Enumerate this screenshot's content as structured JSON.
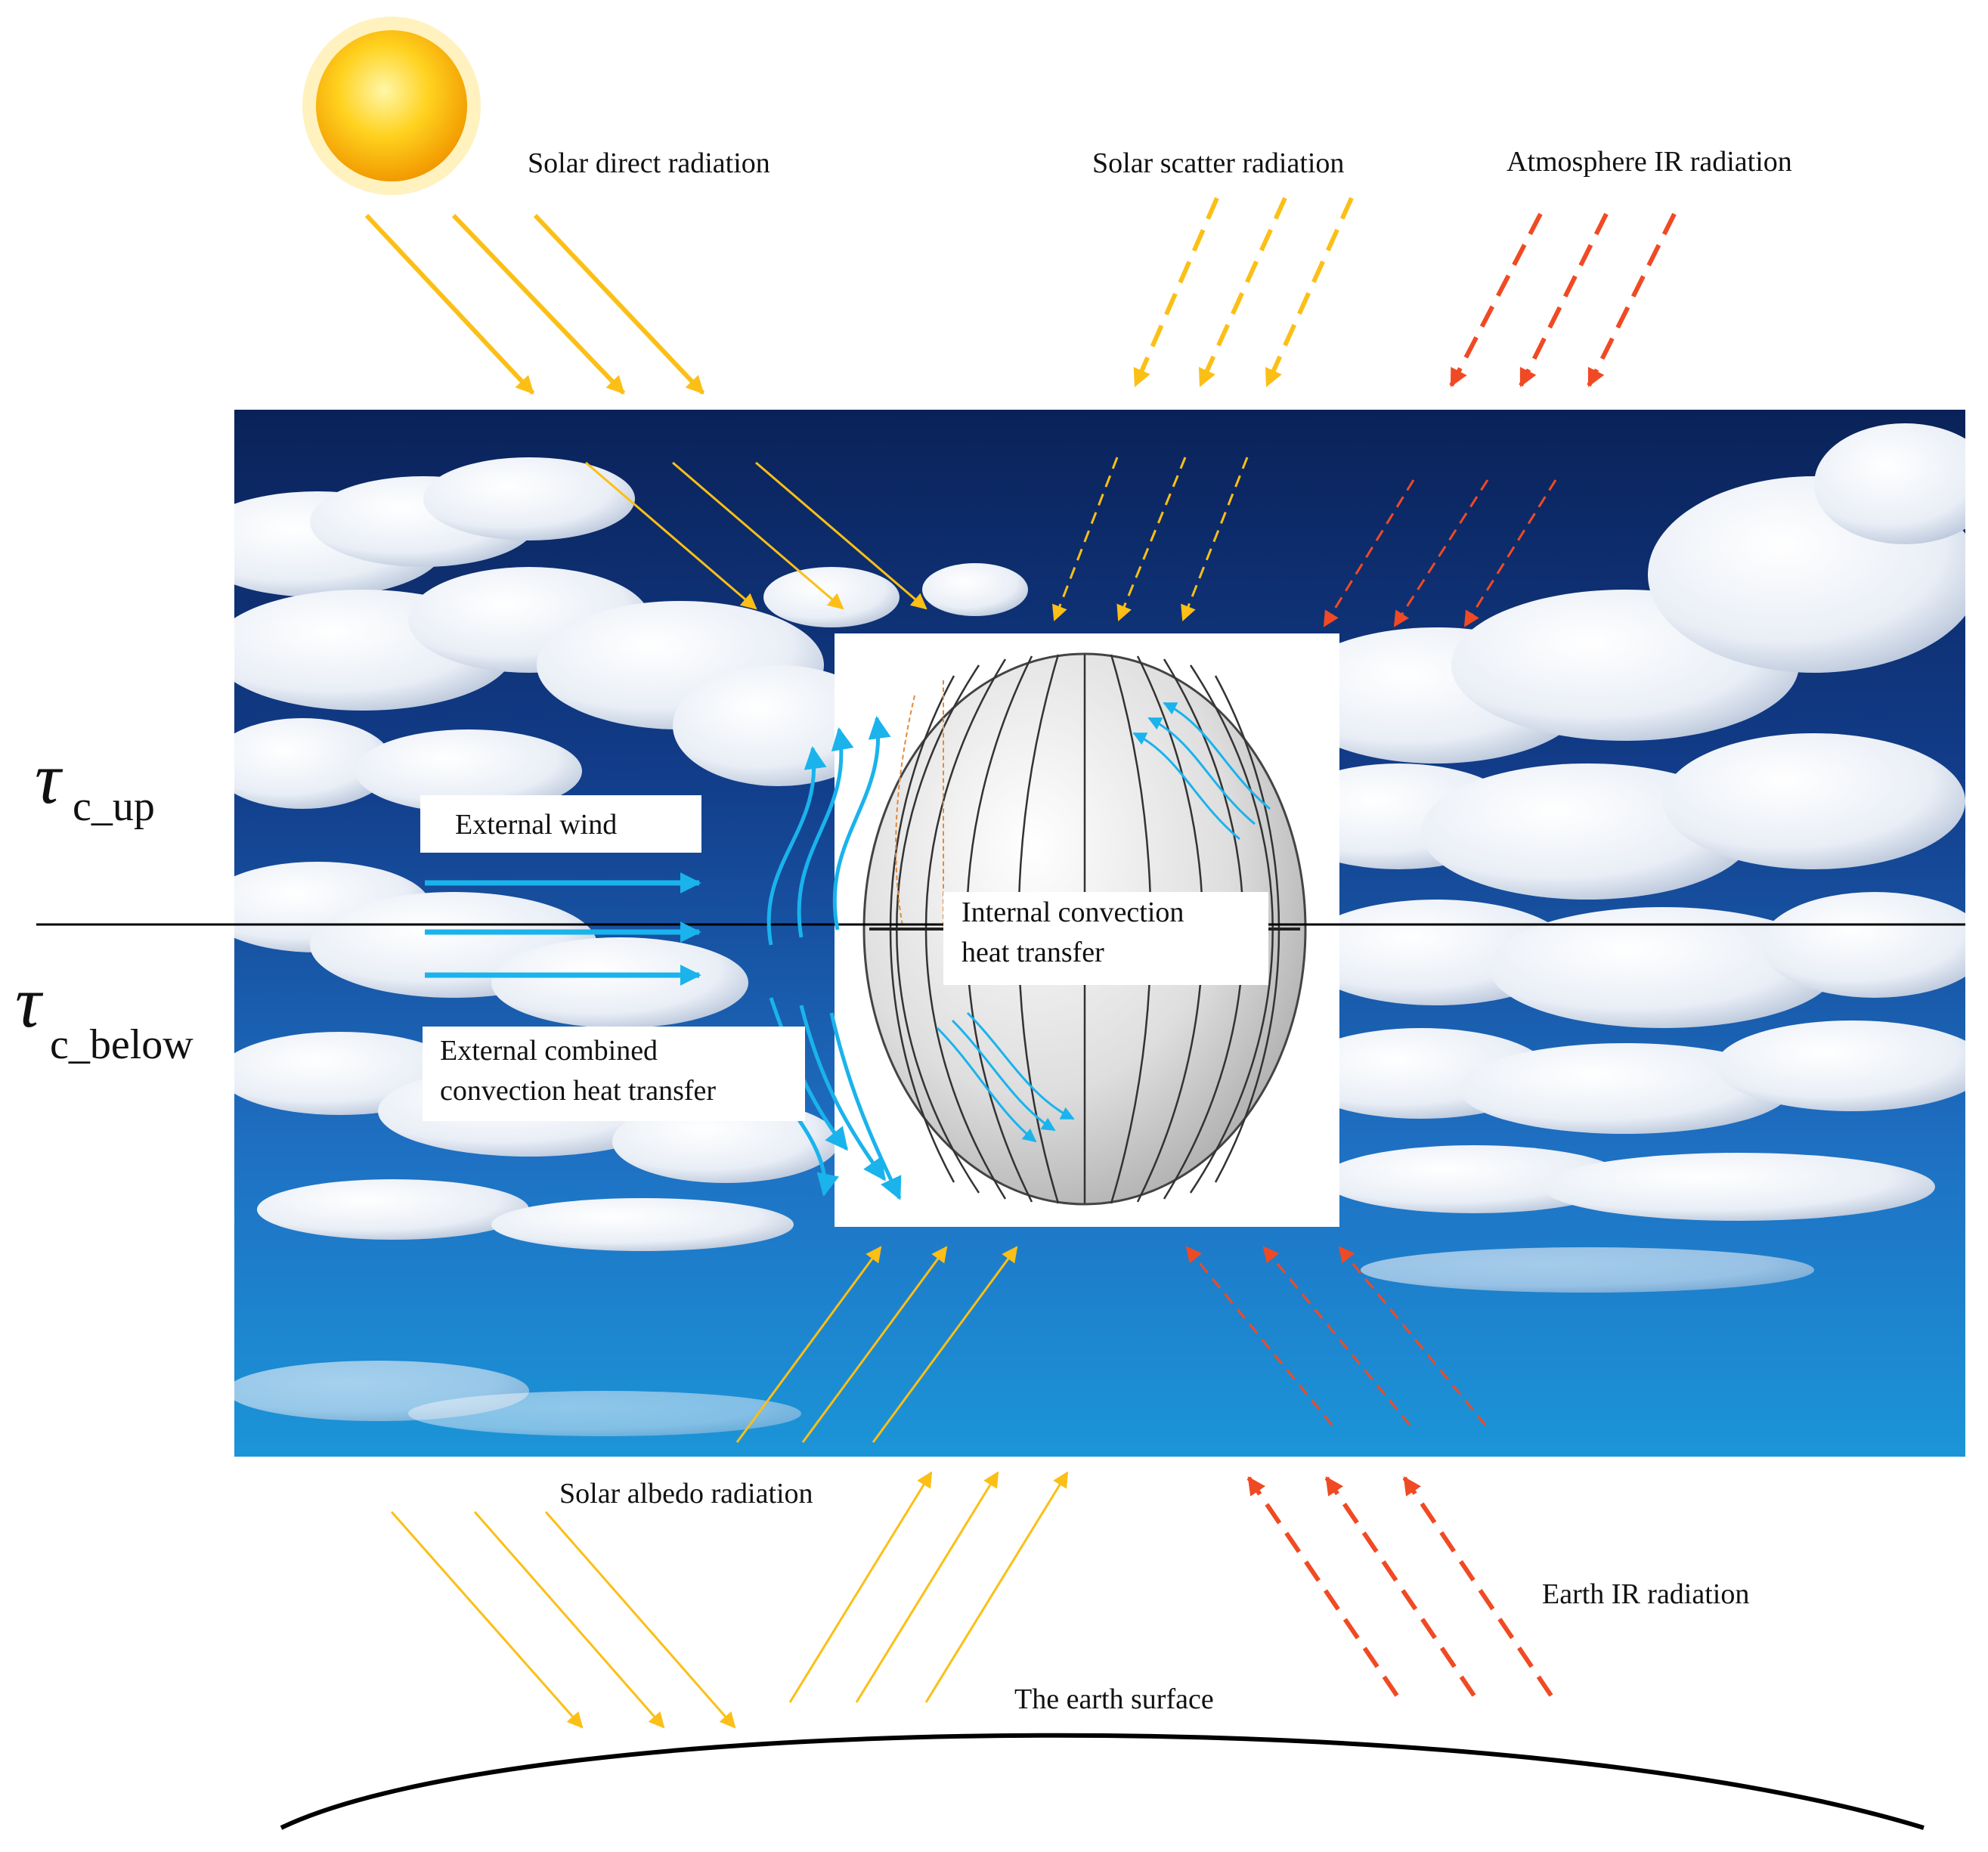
{
  "labels": {
    "solar_direct": "Solar direct radiation",
    "solar_scatter": "Solar scatter radiation",
    "atmosphere_ir": "Atmosphere IR radiation",
    "external_wind": "External wind",
    "internal_convection_line1": "Internal convection",
    "internal_convection_line2": "heat transfer",
    "external_combined_line1": "External combined",
    "external_combined_line2": "convection heat transfer",
    "solar_albedo": "Solar albedo radiation",
    "earth_ir": "Earth IR radiation",
    "earth_surface": "The earth surface"
  },
  "tau": {
    "up_symbol": "τ",
    "up_subscript": "c_up",
    "below_symbol": "τ",
    "below_subscript": "c_below"
  },
  "colors": {
    "solar": "#FBBF16",
    "ir": "#F04A24",
    "wind": "#1AB3EC",
    "sky_top": "#0B2A66",
    "sky_bottom": "#1B8FD6",
    "cloud": "#F2F5FA"
  }
}
